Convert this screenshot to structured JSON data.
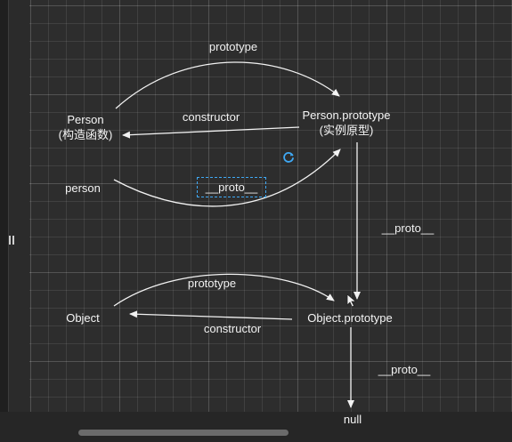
{
  "nodes": {
    "person_ctor": {
      "line1": "Person",
      "line2": "(构造函数)"
    },
    "person_prototype": {
      "line1": "Person.prototype",
      "line2": "(实例原型)"
    },
    "person_instance": "person",
    "object_ctor": "Object",
    "object_prototype": "Object.prototype",
    "null": "null"
  },
  "edges": {
    "prototype_top": "prototype",
    "constructor_top": "constructor",
    "proto_person": "__proto__",
    "proto_right": "__proto__",
    "prototype_bottom": "prototype",
    "constructor_bottom": "constructor",
    "proto_bottom": "__proto__"
  },
  "colors": {
    "background": "#2b2b2b",
    "grid": "#3a3a3a",
    "line": "#f2f2f2",
    "selection": "#3fa9f5"
  },
  "icons": {
    "refresh": "refresh-icon",
    "cursor": "mouse-cursor-icon"
  }
}
